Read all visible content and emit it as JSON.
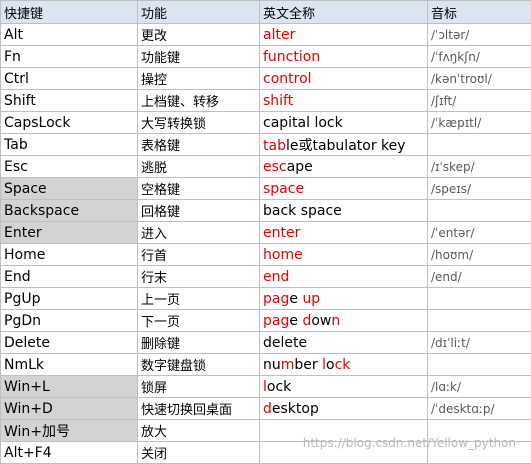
{
  "header": [
    "快捷键",
    "功能",
    "英文全称",
    "音标"
  ],
  "rows": [
    {
      "key": "Alt",
      "func": "更改",
      "eng": [
        {
          "t": "alter",
          "r": true
        }
      ],
      "ph": "/ˈɔltər/",
      "gray": false
    },
    {
      "key": "Fn",
      "func": "功能键",
      "eng": [
        {
          "t": "function",
          "r": true
        }
      ],
      "ph": "/ˈfʌŋkʃn/",
      "gray": false
    },
    {
      "key": "Ctrl",
      "func": "操控",
      "eng": [
        {
          "t": "control",
          "r": true
        }
      ],
      "ph": "/kənˈtroʊl/",
      "gray": false
    },
    {
      "key": "Shift",
      "func": "上档键、转移",
      "eng": [
        {
          "t": "shift",
          "r": true
        }
      ],
      "ph": "/ʃɪft/",
      "gray": false
    },
    {
      "key": "CapsLock",
      "func": "大写转换锁",
      "eng": [
        {
          "t": "capital lock",
          "r": false
        }
      ],
      "ph": "/ˈkæpɪtl/",
      "gray": false
    },
    {
      "key": "Tab",
      "func": "表格键",
      "eng": [
        {
          "t": "tab",
          "r": true
        },
        {
          "t": "le或tabulator key",
          "r": false
        }
      ],
      "ph": "",
      "gray": false
    },
    {
      "key": "Esc",
      "func": "逃脱",
      "eng": [
        {
          "t": "esc",
          "r": true
        },
        {
          "t": "ape",
          "r": false
        }
      ],
      "ph": "/ɪˈskep/",
      "gray": false
    },
    {
      "key": "Space",
      "func": "空格键",
      "eng": [
        {
          "t": "space",
          "r": true
        }
      ],
      "ph": "/speɪs/",
      "gray": true
    },
    {
      "key": "Backspace",
      "func": "回格键",
      "eng": [
        {
          "t": "back space",
          "r": false
        }
      ],
      "ph": "",
      "gray": true
    },
    {
      "key": "Enter",
      "func": "进入",
      "eng": [
        {
          "t": "enter",
          "r": true
        }
      ],
      "ph": "/ˈentər/",
      "gray": true
    },
    {
      "key": "Home",
      "func": "行首",
      "eng": [
        {
          "t": "home",
          "r": true
        }
      ],
      "ph": "/hoʊm/",
      "gray": false
    },
    {
      "key": "End",
      "func": "行末",
      "eng": [
        {
          "t": "end",
          "r": true
        }
      ],
      "ph": "/end/",
      "gray": false
    },
    {
      "key": "PgUp",
      "func": "上一页",
      "eng": [
        {
          "t": "pag",
          "r": true
        },
        {
          "t": "e ",
          "r": false
        },
        {
          "t": "up",
          "r": true
        }
      ],
      "ph": "",
      "gray": false
    },
    {
      "key": "PgDn",
      "func": "下一页",
      "eng": [
        {
          "t": "pag",
          "r": true
        },
        {
          "t": "e ",
          "r": false
        },
        {
          "t": "d",
          "r": true
        },
        {
          "t": "ow",
          "r": false
        },
        {
          "t": "n",
          "r": true
        }
      ],
      "ph": "",
      "gray": false
    },
    {
      "key": "Delete",
      "func": "删除键",
      "eng": [
        {
          "t": "delete",
          "r": false
        }
      ],
      "ph": "/dɪˈliːt/",
      "gray": false
    },
    {
      "key": "NmLk",
      "func": "数字键盘锁",
      "eng": [
        {
          "t": "nu",
          "r": false
        },
        {
          "t": "m",
          "r": true
        },
        {
          "t": "ber ",
          "r": false
        },
        {
          "t": "l",
          "r": true
        },
        {
          "t": "o",
          "r": false
        },
        {
          "t": "ck",
          "r": true
        }
      ],
      "ph": "",
      "gray": false
    },
    {
      "key": "Win+L",
      "func": "锁屏",
      "eng": [
        {
          "t": "l",
          "r": true
        },
        {
          "t": "ock",
          "r": false
        }
      ],
      "ph": "/lɑːk/",
      "gray": true
    },
    {
      "key": "Win+D",
      "func": "快速切换回桌面",
      "eng": [
        {
          "t": "d",
          "r": true
        },
        {
          "t": "esktop",
          "r": false
        }
      ],
      "ph": "/ˈdesktɑːp/",
      "gray": true
    },
    {
      "key": "Win+加号",
      "func": "放大",
      "eng": [],
      "ph": "",
      "gray": true
    },
    {
      "key": "Alt+F4",
      "func": "关闭",
      "eng": [],
      "ph": "",
      "gray": false
    }
  ],
  "watermark": "https://blog.csdn.net/Yellow_python",
  "colors": {
    "header_bg": "#dbe5f1",
    "gray_key_bg": "#d3d3d3",
    "red_text": "#e60000",
    "border": "#bfbfbf"
  }
}
